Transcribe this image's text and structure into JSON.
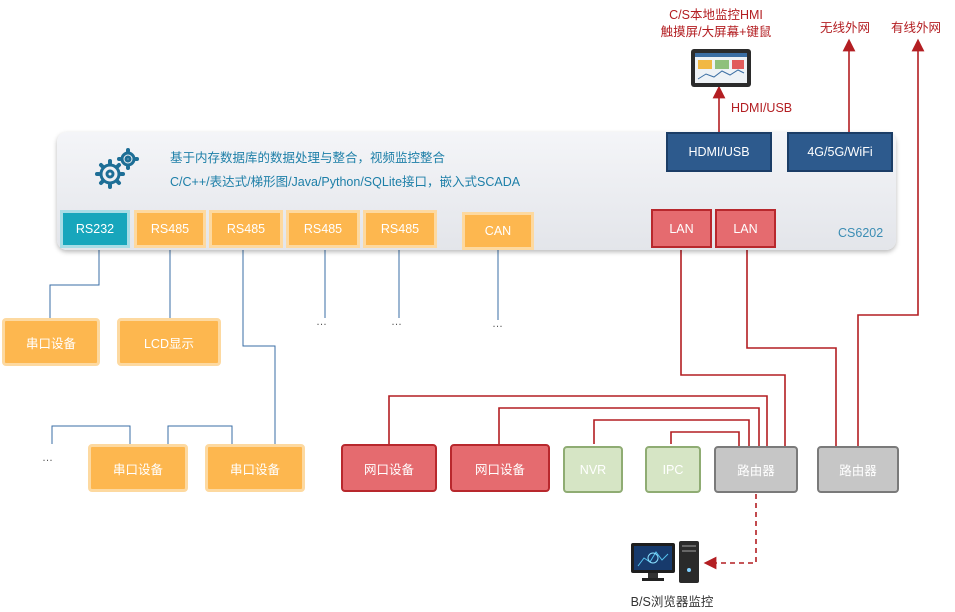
{
  "panel": {
    "line1": "基于内存数据库的数据处理与整合，视频监控整合",
    "line2": "C/C++/表达式/梯形图/Java/Python/SQLite接口，嵌入式SCADA",
    "model": "CS6202",
    "ports": {
      "rs232": "RS232",
      "rs485_1": "RS485",
      "rs485_2": "RS485",
      "rs485_3": "RS485",
      "rs485_4": "RS485",
      "can": "CAN",
      "lan_1": "LAN",
      "lan_2": "LAN",
      "hdmi": "HDMI/USB",
      "wireless": "4G/5G/WiFi"
    }
  },
  "top": {
    "hmi_title": "C/S本地监控HMI",
    "hmi_subtitle": "触摸屏/大屏幕+键鼠",
    "hdmi_link": "HDMI/USB",
    "wireless_net": "无线外网",
    "wired_net": "有线外网"
  },
  "devices": {
    "serial_1": "串口设备",
    "lcd": "LCD显示",
    "serial_2": "串口设备",
    "serial_3": "串口设备",
    "net_dev_1": "网口设备",
    "net_dev_2": "网口设备",
    "nvr": "NVR",
    "ipc": "IPC",
    "router_1": "路由器",
    "router_2": "路由器",
    "bs_monitor": "B/S浏览器监控"
  },
  "ellipsis": "…",
  "colors": {
    "orange": "#fdb74f",
    "teal": "#17a6bc",
    "red": "#e56b6f",
    "wire_red": "#b31e22",
    "navy": "#2d5a8d",
    "wire_blue": "#3a6ea5"
  }
}
